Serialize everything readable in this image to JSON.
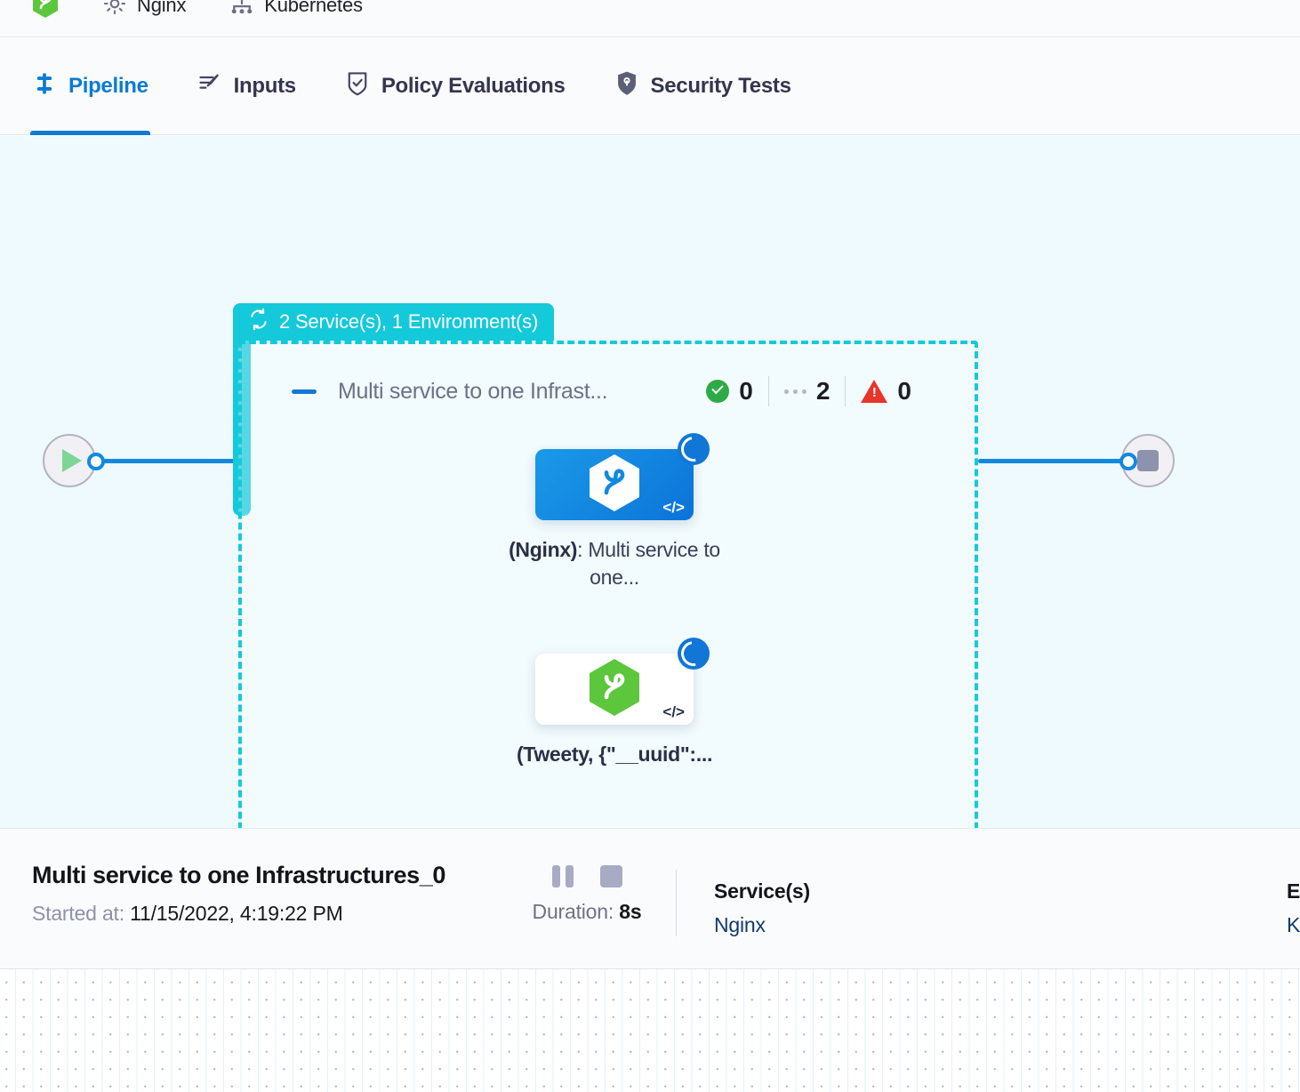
{
  "breadcrumb": {
    "items": [
      {
        "icon": "hexagon-logo-icon",
        "label": ""
      },
      {
        "icon": "gear-icon",
        "label": "Nginx"
      },
      {
        "icon": "kubernetes-cluster-icon",
        "label": "Kubernetes"
      }
    ]
  },
  "tabs": [
    {
      "id": "pipeline",
      "icon": "pipeline-icon",
      "label": "Pipeline",
      "active": true
    },
    {
      "id": "inputs",
      "icon": "inputs-edit-icon",
      "label": "Inputs",
      "active": false
    },
    {
      "id": "policy-evaluations",
      "icon": "shield-check-icon",
      "label": "Policy Evaluations",
      "active": false
    },
    {
      "id": "security-tests",
      "icon": "shield-lock-icon",
      "label": "Security Tests",
      "active": false
    }
  ],
  "canvas": {
    "start_node": {
      "icon": "play-icon"
    },
    "end_node": {
      "icon": "stop-icon"
    },
    "group": {
      "badge_icon": "loop-repeat-icon",
      "badge_label": "2 Service(s), 1 Environment(s)",
      "collapse_icon": "minus-collapse-icon",
      "title": "Multi service to one Infrast...",
      "counters": [
        {
          "icon": "success-check-icon",
          "value": "0"
        },
        {
          "icon": "pending-dots-icon",
          "value": "2"
        },
        {
          "icon": "error-warning-icon",
          "value": "0"
        }
      ],
      "nodes": [
        {
          "id": "nginx",
          "logo": "harness-hexagon-icon",
          "logo_color": "#ffffff",
          "box_style": "blue",
          "code_icon": "code-brackets-icon",
          "status_icon": "loading-spinner-icon",
          "label_bold": "(Nginx)",
          "label_rest": ": Multi service to one..."
        },
        {
          "id": "tweety",
          "logo": "harness-hexagon-icon",
          "logo_color": "#5cc63c",
          "box_style": "white",
          "code_icon": "code-brackets-icon",
          "status_icon": "loading-spinner-icon",
          "label_bold": "(Tweety, {\"__uuid\":...",
          "label_rest": ""
        }
      ]
    }
  },
  "detail": {
    "title": "Multi service to one Infrastructures_0",
    "started_label": "Started at:",
    "started_value": "11/15/2022, 4:19:22 PM",
    "pause_icon": "pause-icon",
    "stop_icon": "stop-icon",
    "duration_label": "Duration:",
    "duration_value": "8s",
    "columns": [
      {
        "header": "Service(s)",
        "value": "Nginx"
      },
      {
        "header": "Envi",
        "value": "Kub"
      }
    ]
  },
  "colors": {
    "accent_blue": "#0b7bd4",
    "group_cyan": "#14c9da",
    "canvas_bg": "#eefafd",
    "success_green": "#2eaa46",
    "error_red": "#e8342a",
    "link_navy": "#123b6b"
  }
}
